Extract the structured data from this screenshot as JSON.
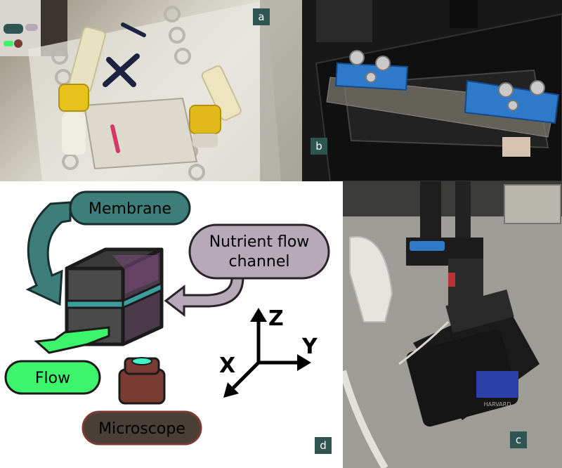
{
  "panels": {
    "a": {
      "label": "a"
    },
    "b": {
      "label": "b"
    },
    "c": {
      "label": "c"
    },
    "d": {
      "label": "d"
    }
  },
  "diagram": {
    "membrane_label": "Membrane",
    "nutrient_label_line1": "Nutrient flow",
    "nutrient_label_line2": "channel",
    "flow_label": "Flow",
    "microscope_label": "Microscope",
    "axis_x": "X",
    "axis_y": "Y",
    "axis_z": "Z",
    "colors": {
      "membrane": "#3d7d7a",
      "nutrient": "#b7a9b7",
      "flow": "#3cf56a",
      "microscope": "#7a3b33",
      "panel_label_bg": "#2e5552"
    }
  },
  "device_display": {
    "brand_text": "HARVARD"
  }
}
